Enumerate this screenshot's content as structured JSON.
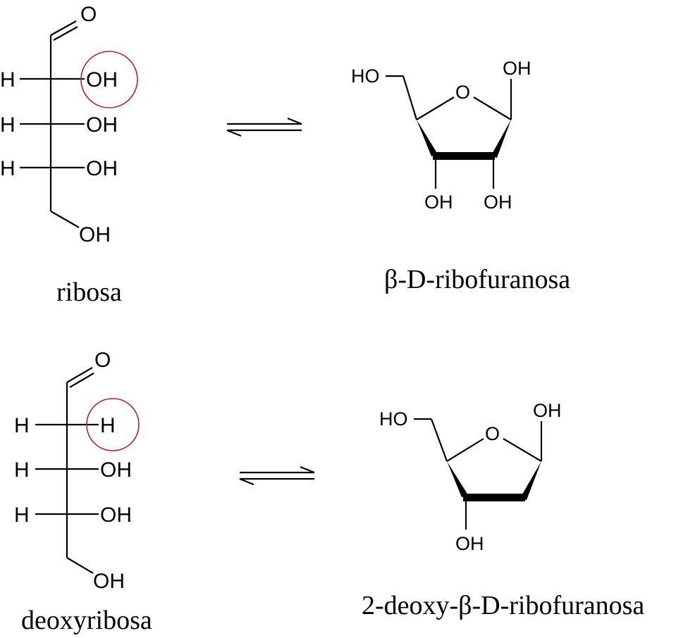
{
  "panels": {
    "ribose_open": {
      "caption": "ribosa",
      "aldehyde_o": "O",
      "rows": [
        {
          "left": "H",
          "right": "OH"
        },
        {
          "left": "H",
          "right": "OH"
        },
        {
          "left": "H",
          "right": "OH"
        }
      ],
      "terminal": "OH"
    },
    "ribose_ring": {
      "caption": "β-D-ribofuranosa",
      "ch2oh": "HO",
      "ring_o": "O",
      "anomeric_oh": "OH",
      "c3_oh": "OH",
      "c2_oh": "OH"
    },
    "deoxy_open": {
      "caption": "deoxyribosa",
      "aldehyde_o": "O",
      "rows": [
        {
          "left": "H",
          "right": "H"
        },
        {
          "left": "H",
          "right": "OH"
        },
        {
          "left": "H",
          "right": "OH"
        }
      ],
      "terminal": "OH"
    },
    "deoxy_ring": {
      "caption": "2-deoxy-β-D-ribofuranosa",
      "ch2oh": "HO",
      "ring_o": "O",
      "anomeric_oh": "OH",
      "c3_oh": "OH"
    }
  },
  "colors": {
    "highlight_circle": "#b22222",
    "ink": "#000000"
  }
}
